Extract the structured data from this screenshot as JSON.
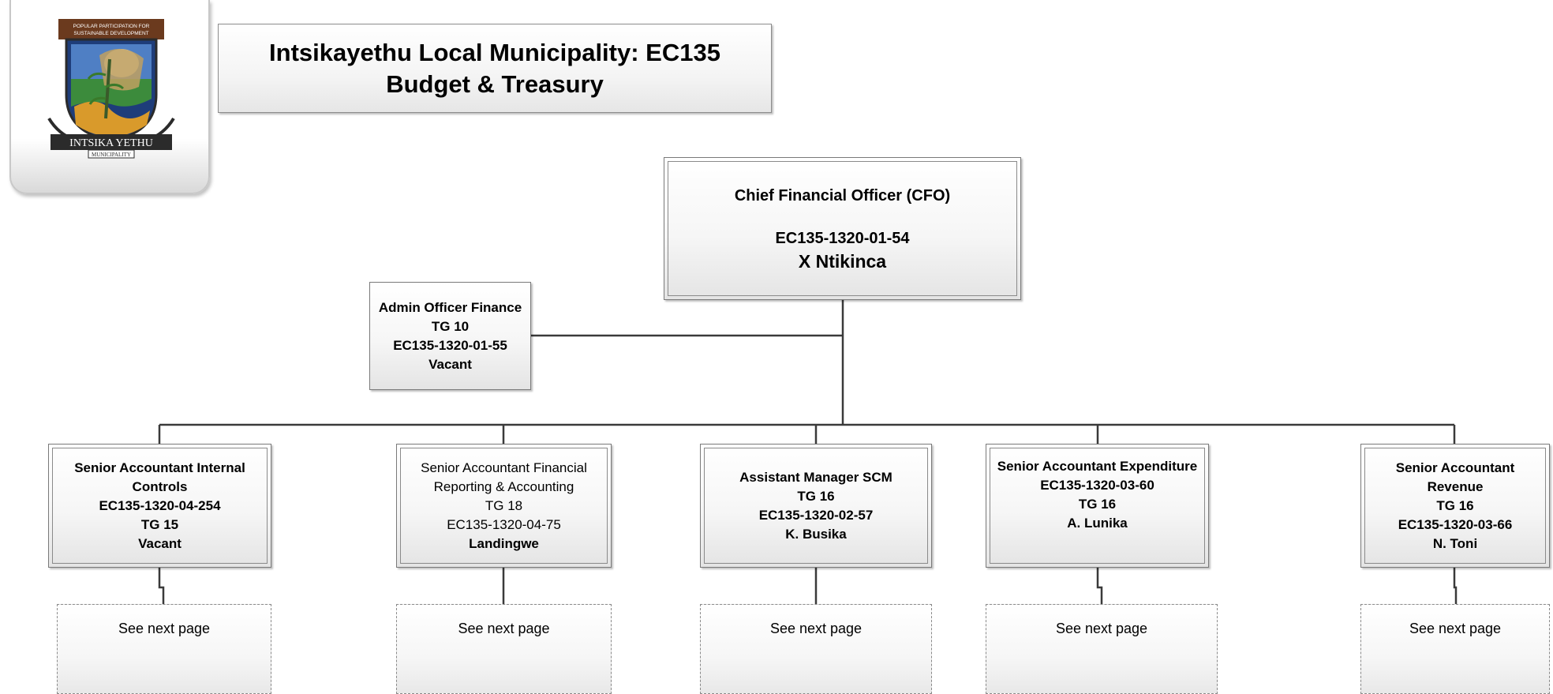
{
  "title": {
    "line1": "Intsikayethu Local Municipality: EC135",
    "line2": "Budget & Treasury"
  },
  "logo": {
    "top_text": "POPULAR PARTICIPATION FOR SUSTAINABLE DEVELOPMENT",
    "name": "INTSIKA YETHU",
    "sub": "MUNICIPALITY"
  },
  "cfo": {
    "title": "Chief Financial Officer (CFO)",
    "code": "EC135-1320-01-54",
    "name": "X Ntikinca"
  },
  "admin": {
    "title": "Admin Officer Finance",
    "grade": "TG 10",
    "code": "EC135-1320-01-55",
    "status": "Vacant"
  },
  "positions": [
    {
      "line1": "Senior Accountant Internal",
      "line2": "Controls",
      "line3": "EC135-1320-04-254",
      "line4": "TG 15",
      "line5": "Vacant"
    },
    {
      "line1": "Senior Accountant Financial",
      "line2": "Reporting & Accounting",
      "line3": "TG 18",
      "line4": "EC135-1320-04-75",
      "line5": "Landingwe"
    },
    {
      "line1": "Assistant Manager SCM",
      "line2": "TG 16",
      "line3": "EC135-1320-02-57",
      "line4": "K. Busika"
    },
    {
      "line1": "Senior Accountant Expenditure",
      "line2": "EC135-1320-03-60",
      "line3": "TG 16",
      "line4": "A. Lunika"
    },
    {
      "line1": "Senior Accountant",
      "line2": "Revenue",
      "line3": "TG 16",
      "line4": "EC135-1320-03-66",
      "line5": "N. Toni"
    }
  ],
  "see_next": "See next page"
}
